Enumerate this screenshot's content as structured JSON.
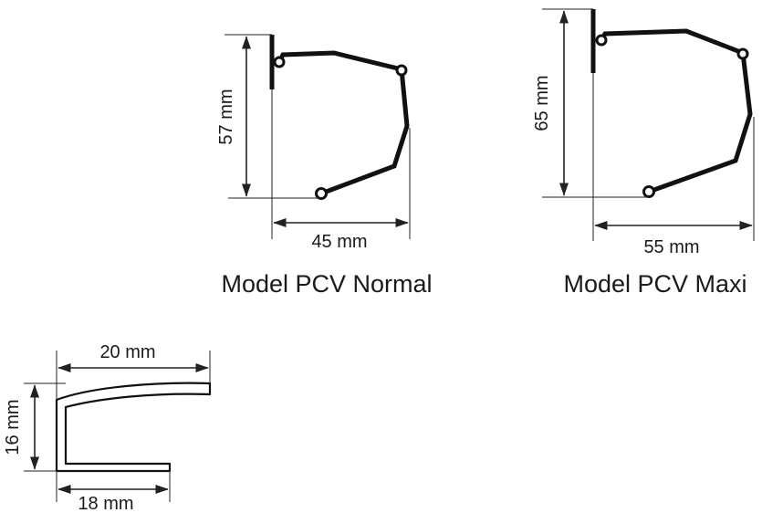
{
  "diagram": {
    "normal": {
      "height_label": "57 mm",
      "width_label": "45 mm",
      "caption": "Model PCV Normal"
    },
    "maxi": {
      "height_label": "65 mm",
      "width_label": "55 mm",
      "caption": "Model PCV Maxi"
    },
    "rail": {
      "top_width_label": "20 mm",
      "height_label": "16 mm",
      "bottom_width_label": "18 mm"
    }
  }
}
